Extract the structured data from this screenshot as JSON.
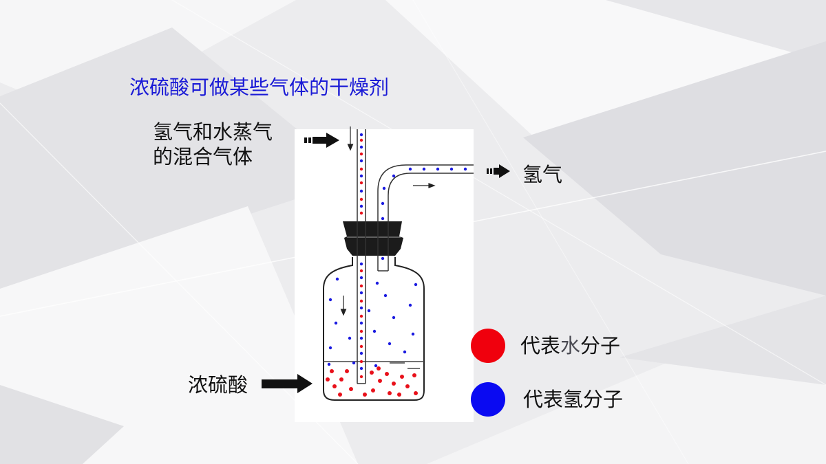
{
  "title": "浓硫酸可做某些气体的干燥剂",
  "labels": {
    "mixture_line1": "氢气和水蒸气",
    "mixture_line2": "的混合气体",
    "hydrogen_out": "氢气",
    "acid": "浓硫酸"
  },
  "legend": {
    "water": {
      "prefix": "代表",
      "highlight": "水",
      "suffix": "分子",
      "color": "#f0000d"
    },
    "hydrogen": {
      "text": "代表氢分子",
      "color": "#0a0af2"
    }
  },
  "colors": {
    "title": "#1a1ad6",
    "water_molecule": "#f0000d",
    "hydrogen_molecule": "#0a0af2"
  }
}
